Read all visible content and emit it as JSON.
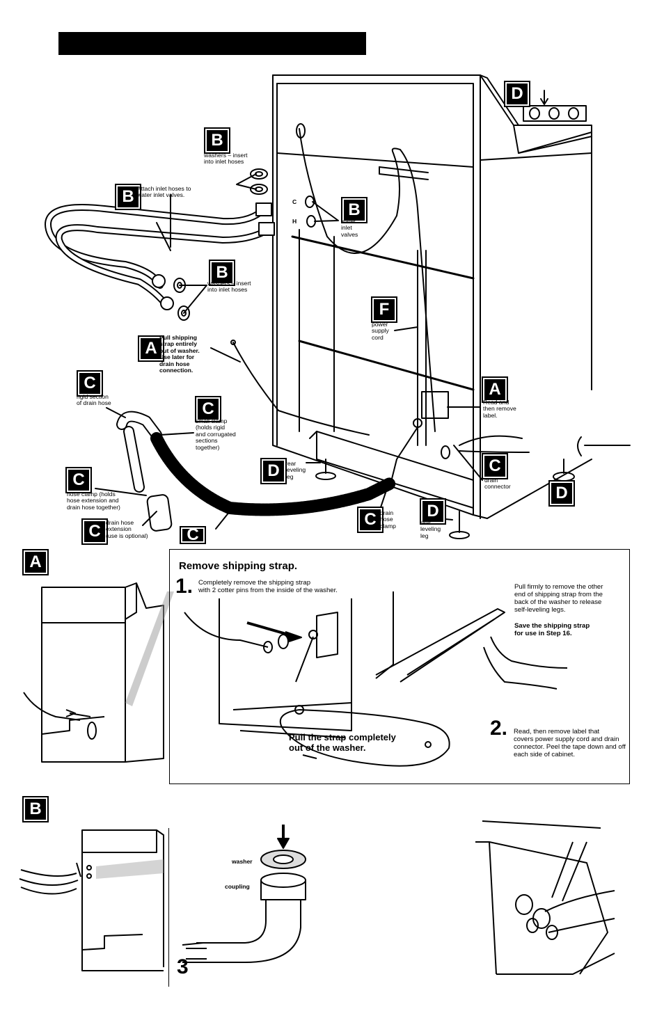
{
  "badges": {
    "main_b1": "B",
    "main_b2": "B",
    "main_b3": "B",
    "main_b4": "B",
    "main_a": "A",
    "main_c1": "C",
    "main_c2": "C",
    "main_c3": "C",
    "main_c4": "C",
    "main_c5": "C",
    "main_c6": "C",
    "main_d1": "D",
    "main_d2": "D",
    "main_d3": "D",
    "main_d4": "D",
    "main_f": "F",
    "main_a2": "A",
    "section_a": "A",
    "section_b": "B"
  },
  "labels": {
    "washers_top": "washers – insert\ninto inlet hoses",
    "attach_inlet": "Attach inlet hoses to\nwater inlet valves.",
    "washers_mid": "washers – insert\ninto inlet hoses",
    "water_inlet_valves": "water\ninlet\nvalves",
    "valve_c": "C",
    "valve_h": "H",
    "pull_shipping": "Pull shipping\nstrap entirely\nout of washer.\nUse later for\ndrain hose\nconnection.",
    "rigid_section": "rigid section\nof drain hose",
    "small_clamp": "small clamp\n(holds rigid\nand corrugated\nsections\ntogether)",
    "hose_clamp": "hose clamp (holds\nhose extension and\ndrain hose together)",
    "drain_hose_extension": "drain hose\nextension\n(use is optional)",
    "power_supply_cord": "power\nsupply\ncord",
    "read_remove_label": "Read and\nthen remove\nlabel.",
    "drain_connector": "drain\nconnector",
    "rear_leveling_leg_1": "rear\nleveling\nleg",
    "rear_leveling_leg_2": "rear\nleveling\nleg",
    "drain_hose_clamp": "drain\nhose\nclamp",
    "washer_part": "washer",
    "coupling_part": "coupling"
  },
  "panel_a": {
    "heading": "Remove shipping strap.",
    "step1_num": "1.",
    "step1_text": "Completely remove the shipping strap\nwith 2 cotter pins from the inside of the washer.",
    "pull_firmly": "Pull firmly to remove the other\nend of shipping strap from the\nback of the washer to release\nself-leveling legs.",
    "save_strap": "Save the shipping strap\nfor use in Step 16.",
    "pull_strap": "Pull the strap completely\nout of the washer.",
    "step2_num": "2.",
    "step2_text": "Read, then remove label that\ncovers power supply cord and drain\nconnector. Peel the tape down and off\neach side of cabinet."
  },
  "section_b": {
    "step3_num": "3"
  }
}
